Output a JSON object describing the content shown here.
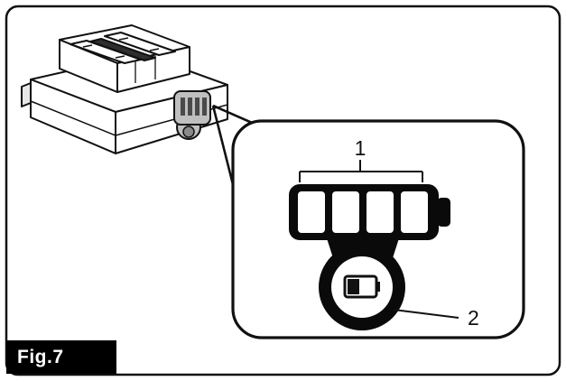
{
  "figure": {
    "caption": "Fig.7"
  },
  "labels": {
    "gauge": "1",
    "button": "2"
  },
  "icons": {
    "battery_pack": "battery-pack-illustration",
    "indicator_window": "indicator-window-icon",
    "battery_gauge": "battery-level-gauge-icon",
    "check_button": "battery-check-button-icon"
  },
  "colors": {
    "line": "#111111",
    "background": "#ffffff",
    "icon_black": "#0a0a0a",
    "indicator_gray": "#bfbfbf",
    "caption_bg": "#000000",
    "caption_text": "#ffffff"
  }
}
